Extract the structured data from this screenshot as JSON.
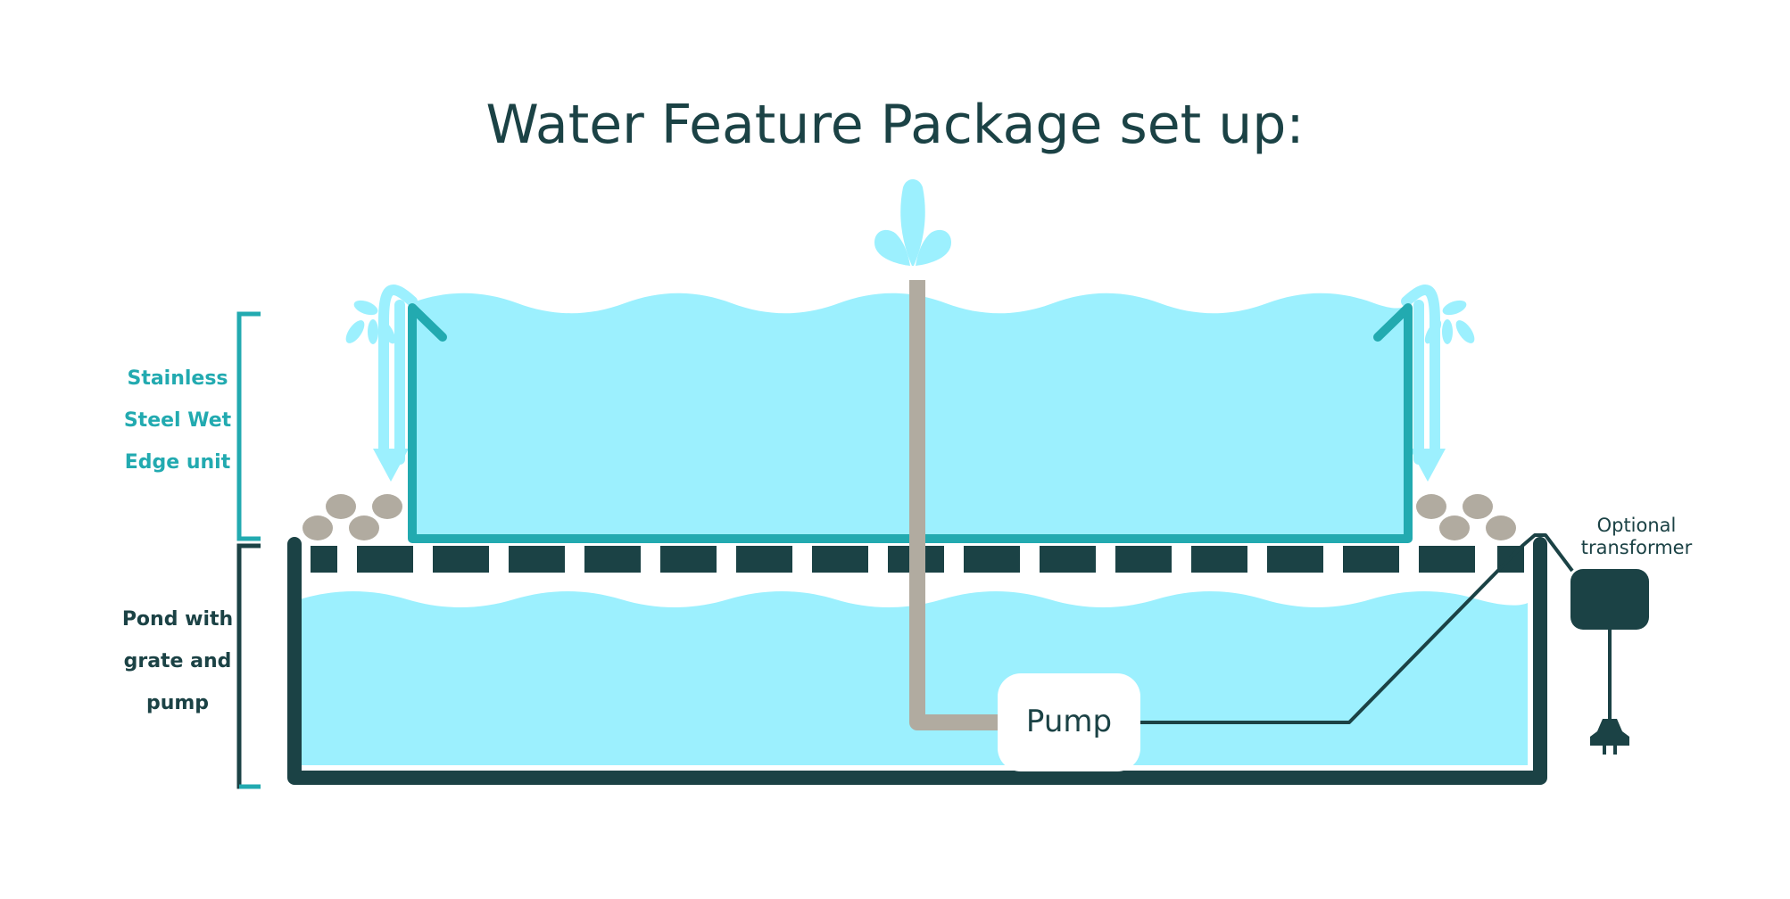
{
  "title": "Water Feature Package set up:",
  "wet_edge_label": [
    "Stainless",
    "Steel Wet",
    "Edge unit"
  ],
  "pond_label": [
    "Pond with",
    "grate and",
    "pump"
  ],
  "transformer_label": [
    "Optional",
    "transformer"
  ],
  "pump_label": "Pump",
  "colors": {
    "water": "#9cf0fe",
    "dark": "#1b4245",
    "teal": "#22aab0",
    "pipe": "#b1aba0",
    "pebble": "#b1aba0"
  }
}
